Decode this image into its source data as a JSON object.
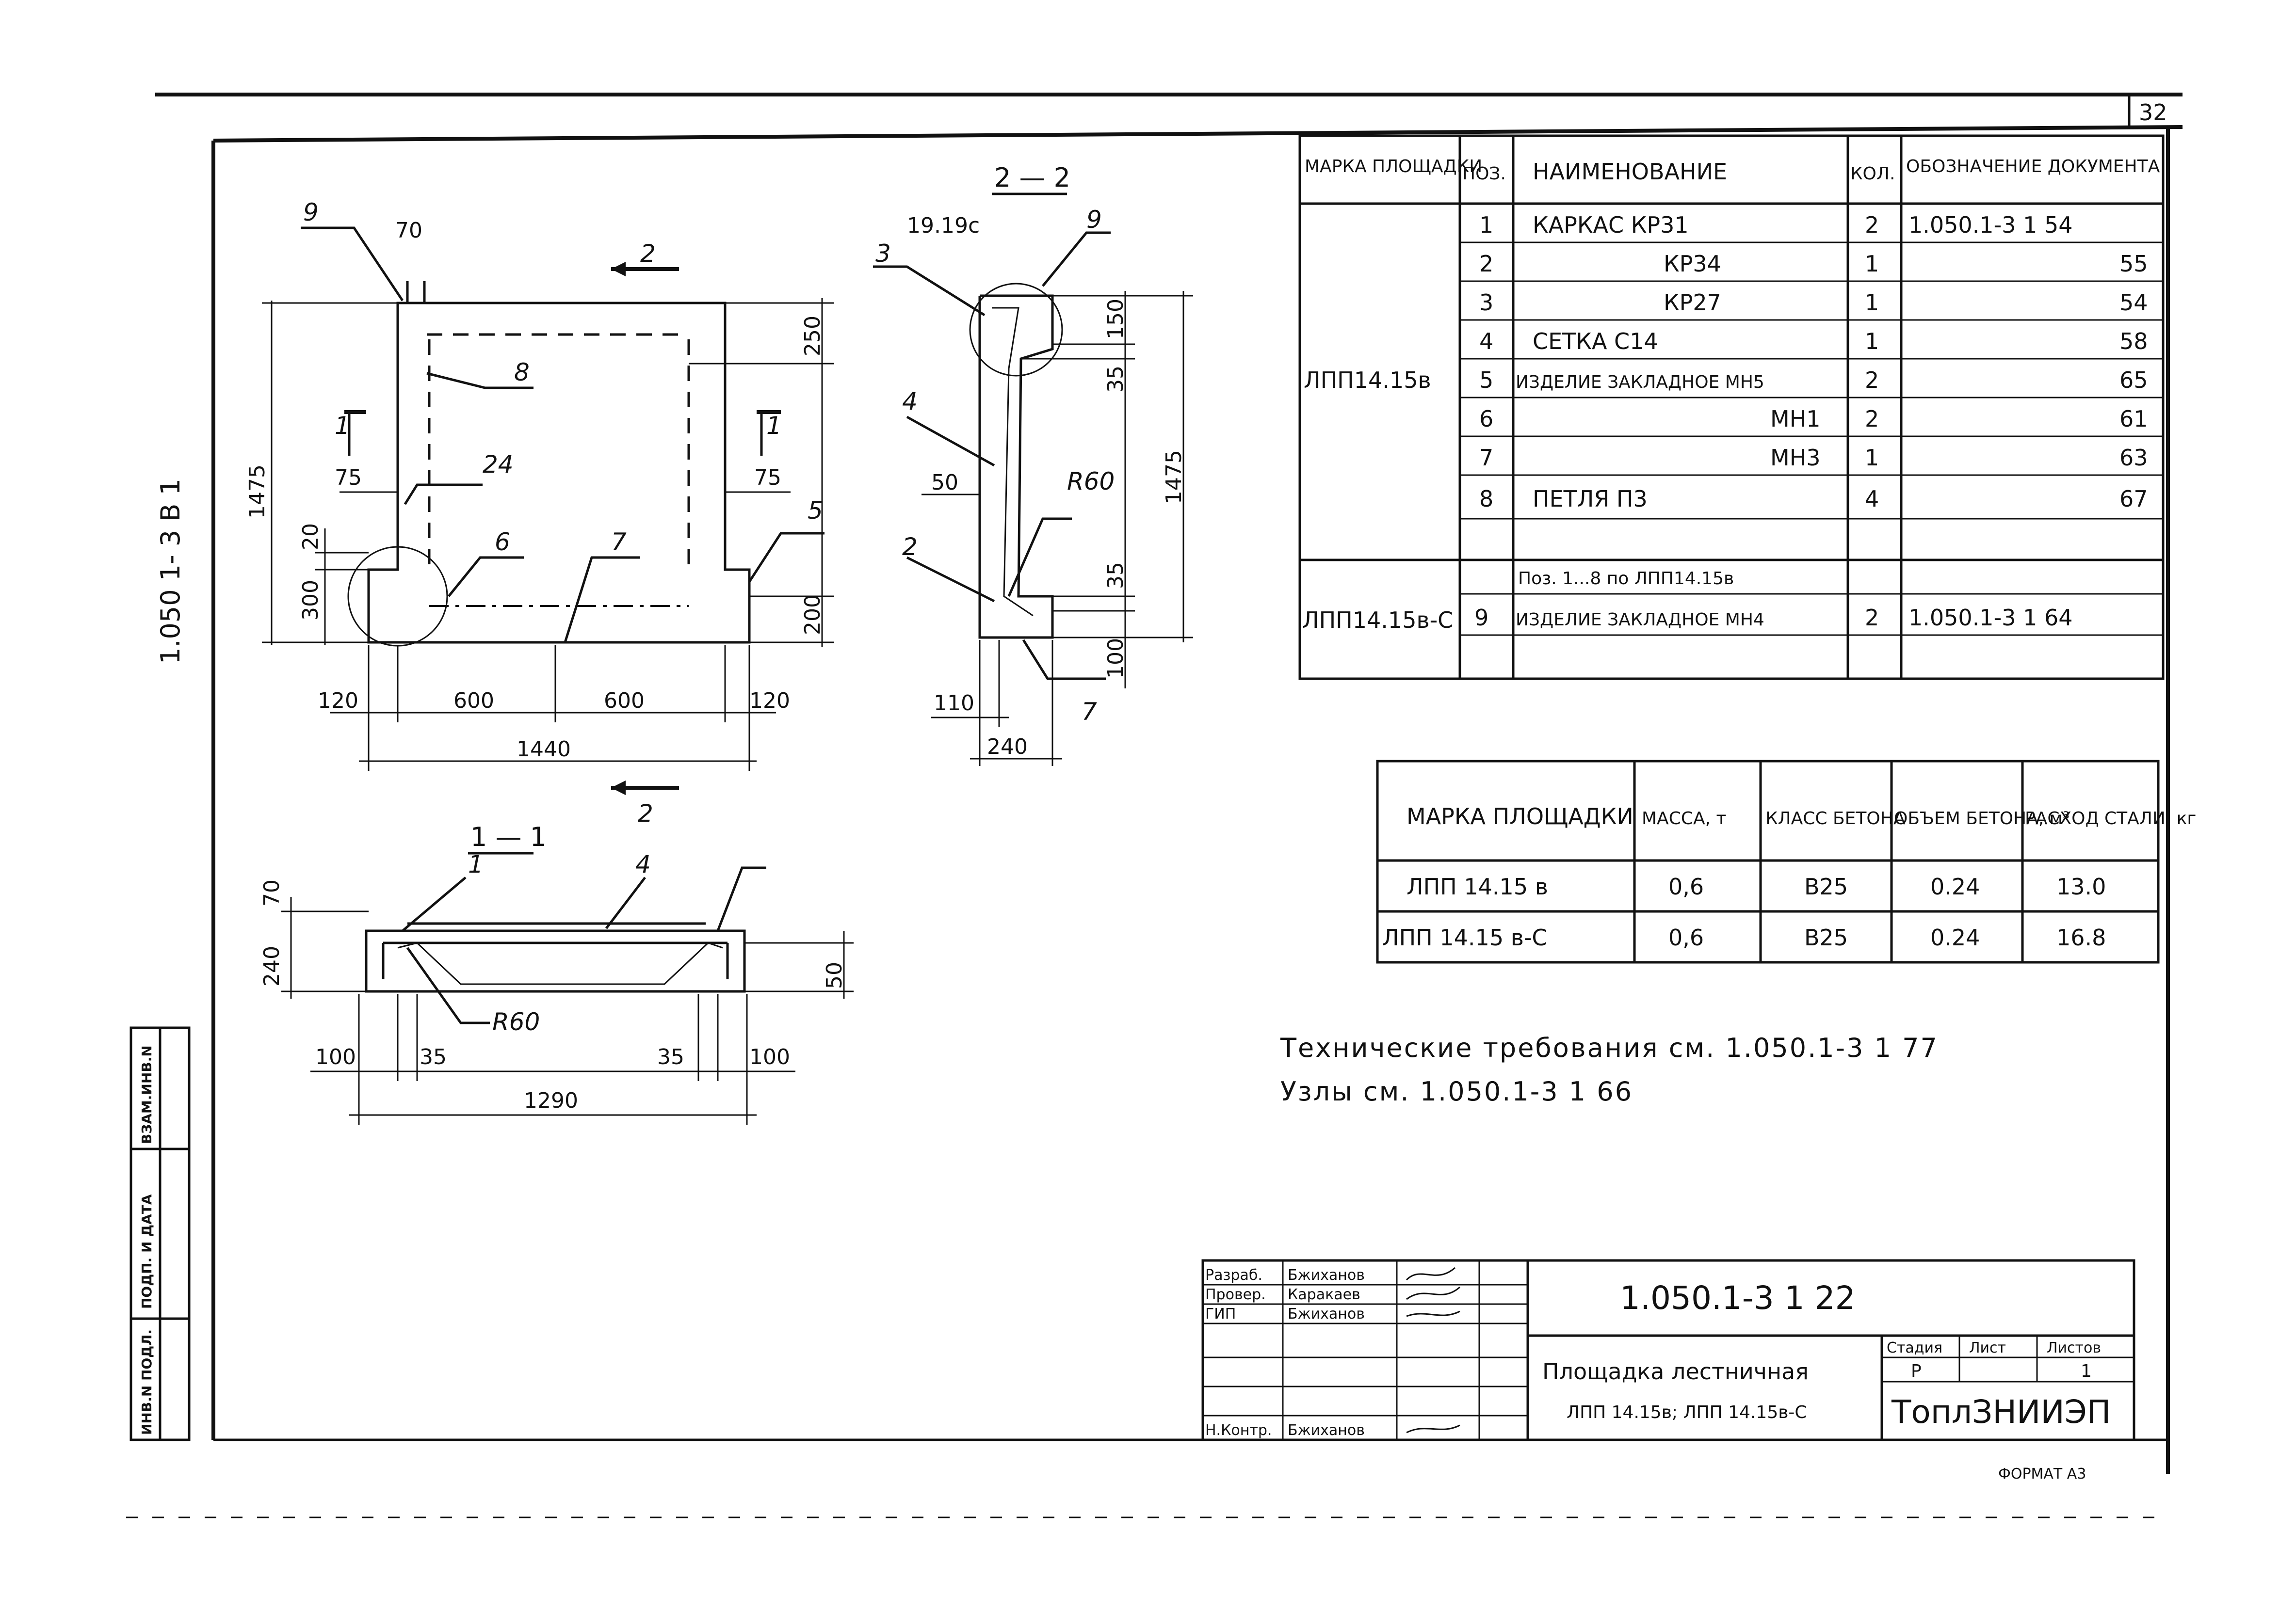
{
  "sheet": {
    "page_number": "32",
    "side_code": "1.050 1- 3 В 1",
    "format": "ФОРМАТ А3"
  },
  "plan_view": {
    "marks": [
      "9",
      "70",
      "2",
      "8",
      "1",
      "1",
      "75",
      "24",
      "6",
      "7",
      "75",
      "5",
      "1475",
      "250",
      "20",
      "300",
      "200",
      "120",
      "600",
      "600",
      "120",
      "1440",
      "2"
    ]
  },
  "section_2_2": {
    "title": "2 — 2",
    "marks": [
      "19.19с",
      "3",
      "9",
      "150",
      "35",
      "4",
      "50",
      "R60",
      "1475",
      "2",
      "35",
      "100",
      "110",
      "240",
      "7"
    ]
  },
  "section_1_1": {
    "title": "1 — 1",
    "marks": [
      "1",
      "4",
      "70",
      "240",
      "50",
      "R60",
      "100",
      "35",
      "35",
      "100",
      "1290"
    ]
  },
  "spec_table": {
    "headers": [
      "МАРКА ПЛОЩАДКИ",
      "ПОЗ.",
      "НАИМЕНОВАНИЕ",
      "КОЛ.",
      "ОБОЗНАЧЕНИЕ ДОКУМЕНТА"
    ],
    "group1_mark": "ЛПП14.15в",
    "group2_mark": "ЛПП14.15в-С",
    "rows": [
      {
        "pos": "1",
        "name": "КАРКАС  КР31",
        "qty": "2",
        "doc": "1.050.1-3 1 54"
      },
      {
        "pos": "2",
        "name": "КР34",
        "qty": "1",
        "doc": "55"
      },
      {
        "pos": "3",
        "name": "КР27",
        "qty": "1",
        "doc": "54"
      },
      {
        "pos": "4",
        "name": "СЕТКА  С14",
        "qty": "1",
        "doc": "58"
      },
      {
        "pos": "5",
        "name": "ИЗДЕЛИЕ ЗАКЛАДНОЕ МН5",
        "qty": "2",
        "doc": "65"
      },
      {
        "pos": "6",
        "name": "МН1",
        "qty": "2",
        "doc": "61"
      },
      {
        "pos": "7",
        "name": "МН3",
        "qty": "1",
        "doc": "63"
      },
      {
        "pos": "8",
        "name": "ПЕТЛЯ  П3",
        "qty": "4",
        "doc": "67"
      },
      {
        "pos": "",
        "name": "Поз. 1...8  по ЛПП14.15в",
        "qty": "",
        "doc": ""
      },
      {
        "pos": "9",
        "name": "ИЗДЕЛИЕ ЗАКЛАДНОЕ МН4",
        "qty": "2",
        "doc": "1.050.1-3 1 64"
      }
    ]
  },
  "mass_table": {
    "headers": [
      "МАРКА ПЛОЩАДКИ",
      "МАССА, т",
      "КЛАСС БЕТОНА",
      "ОБЪЕМ БЕТОНА, м³",
      "РАСХОД СТАЛИ, кг"
    ],
    "rows": [
      [
        "ЛПП 14.15 в",
        "0,6",
        "В25",
        "0.24",
        "13.0"
      ],
      [
        "ЛПП 14.15 в-С",
        "0,6",
        "В25",
        "0.24",
        "16.8"
      ]
    ]
  },
  "notes": {
    "line1": "Технические требования см. 1.050.1-3 1 77",
    "line2": "Узлы см. 1.050.1-3 1 66"
  },
  "side_stamp": {
    "labels": [
      "ВЗАМ.ИНВ.N",
      "ПОДП. И ДАТА",
      "ИНВ.N ПОДЛ."
    ]
  },
  "title_block": {
    "code": "1.050.1-3   1   22",
    "title_line1": "Площадка лестничная",
    "title_line2": "ЛПП 14.15в;  ЛПП 14.15в-С",
    "stage_label": "Стадия",
    "sheet_label": "Лист",
    "sheets_label": "Листов",
    "stage_value": "Р",
    "sheets_value": "1",
    "org": "ТоплЗНИИЭП",
    "roles": [
      {
        "role": "Разраб.",
        "name": "Бжиханов"
      },
      {
        "role": "Провер.",
        "name": "Каракаев"
      },
      {
        "role": "ГИП",
        "name": "Бжиханов"
      },
      {
        "role": "",
        "name": ""
      },
      {
        "role": "",
        "name": ""
      },
      {
        "role": "Н.Контр.",
        "name": "Бжиханов"
      }
    ]
  }
}
